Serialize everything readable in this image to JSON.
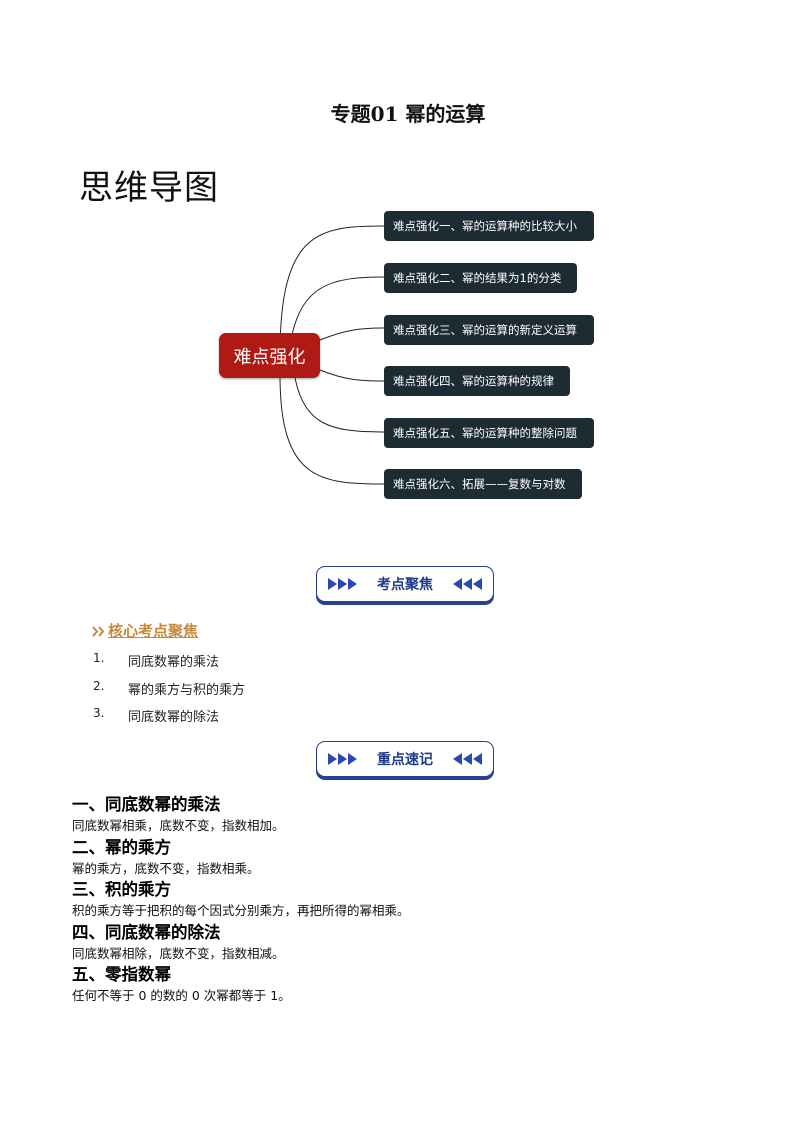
{
  "title": "专题01  幂的运算",
  "mindmap": {
    "heading": "思维导图",
    "root": "难点强化",
    "branches": [
      "难点强化一、幂的运算种的比较大小",
      "难点强化二、幂的结果为1的分类",
      "难点强化三、幂的运算的新定义运算",
      "难点强化四、幂的运算种的规律",
      "难点强化五、幂的运算种的整除问题",
      "难点强化六、拓展——复数与对数"
    ],
    "colors": {
      "root": "#b01a14",
      "branch": "#1d2b33"
    }
  },
  "banner1": {
    "label": "考点聚焦"
  },
  "core": {
    "heading": "核心考点聚焦",
    "items": [
      {
        "num": "1.",
        "text": "同底数幂的乘法"
      },
      {
        "num": "2.",
        "text": "幂的乘方与积的乘方"
      },
      {
        "num": "3.",
        "text": "同底数幂的除法"
      }
    ]
  },
  "banner2": {
    "label": "重点速记"
  },
  "notes": [
    {
      "heading": "一、同底数幂的乘法",
      "text": "同底数幂相乘，底数不变，指数相加。"
    },
    {
      "heading": "二、幂的乘方",
      "text": "幂的乘方，底数不变，指数相乘。"
    },
    {
      "heading": "三、积的乘方",
      "text": "积的乘方等于把积的每个因式分别乘方，再把所得的幂相乘。"
    },
    {
      "heading": "四、同底数幂的除法",
      "text": "同底数幂相除，底数不变，指数相减。"
    },
    {
      "heading": "五、零指数幂",
      "text": "任何不等于 0 的数的 0 次幂都等于 1。"
    }
  ]
}
